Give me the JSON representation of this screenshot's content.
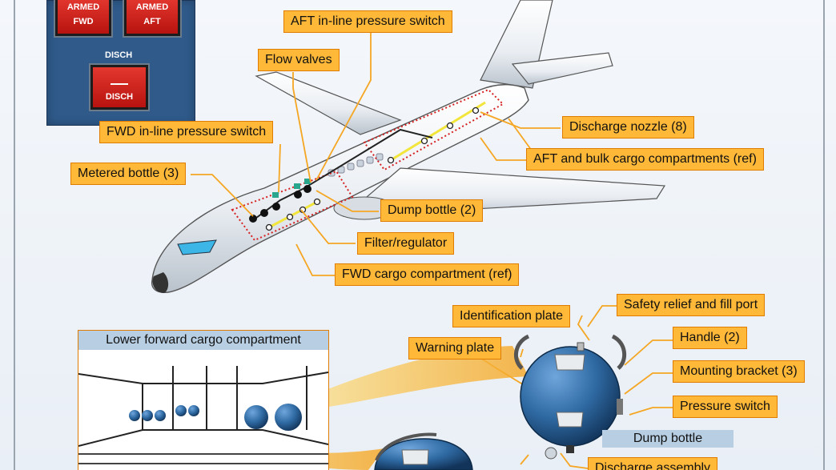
{
  "panel": {
    "armed_fwd": [
      "ARMED",
      "FWD"
    ],
    "armed_aft": [
      "ARMED",
      "AFT"
    ],
    "disch_label": "DISCH",
    "disch_button": "DISCH"
  },
  "callouts": {
    "aft_inline_switch": "AFT in-line pressure switch",
    "flow_valves": "Flow valves",
    "fwd_inline_switch": "FWD in-line pressure switch",
    "metered_bottle": "Metered bottle (3)",
    "discharge_nozzle": "Discharge nozzle (8)",
    "aft_bulk_cargo": "AFT and bulk cargo compartments (ref)",
    "dump_bottle": "Dump bottle (2)",
    "filter_regulator": "Filter/regulator",
    "fwd_cargo": "FWD cargo compartment (ref)",
    "identification_plate": "Identification plate",
    "safety_relief": "Safety relief and fill port",
    "warning_plate": "Warning plate",
    "handle": "Handle (2)",
    "mounting_bracket": "Mounting bracket (3)",
    "pressure_switch": "Pressure switch",
    "discharge_assembly": "Discharge assembly"
  },
  "inset_title": "Lower forward cargo compartment",
  "dump_bottle_label": "Dump bottle",
  "colors": {
    "callout_fill": "#ffb838",
    "callout_border": "#e07d00",
    "panel": "#2f5a8a",
    "button_red": "#d42a22",
    "bottle_blue": "#2f6aa3",
    "label_blue": "#b8cfe3"
  }
}
